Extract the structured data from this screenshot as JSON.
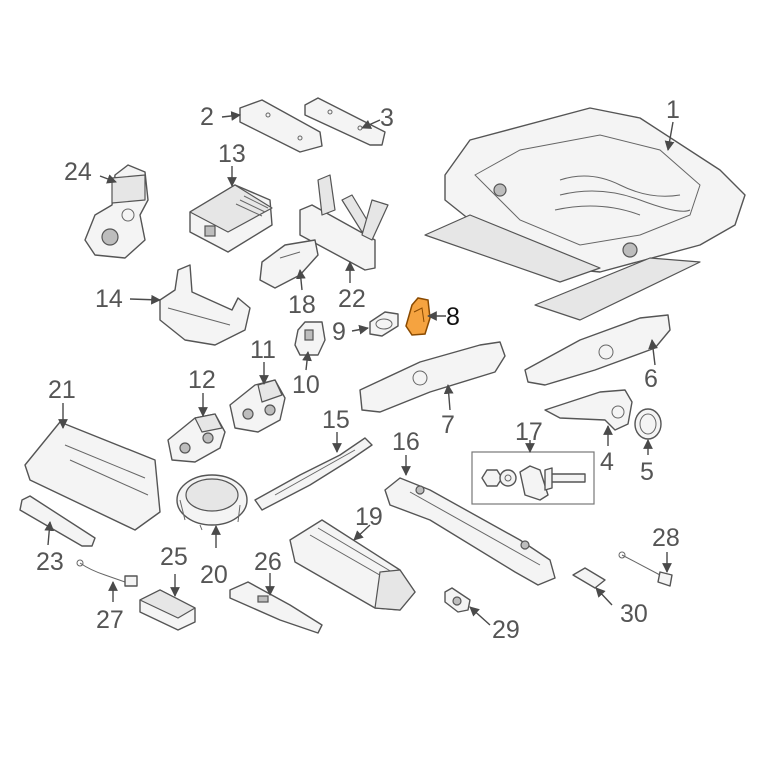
{
  "diagram": {
    "highlight_color": "#f5a340",
    "highlighted_part": "8",
    "callouts": [
      {
        "id": "c1",
        "label": "1"
      },
      {
        "id": "c2",
        "label": "2"
      },
      {
        "id": "c3",
        "label": "3"
      },
      {
        "id": "c4",
        "label": "4"
      },
      {
        "id": "c5",
        "label": "5"
      },
      {
        "id": "c6",
        "label": "6"
      },
      {
        "id": "c7",
        "label": "7"
      },
      {
        "id": "c8",
        "label": "8"
      },
      {
        "id": "c9",
        "label": "9"
      },
      {
        "id": "c10",
        "label": "10"
      },
      {
        "id": "c11",
        "label": "11"
      },
      {
        "id": "c12",
        "label": "12"
      },
      {
        "id": "c13",
        "label": "13"
      },
      {
        "id": "c14",
        "label": "14"
      },
      {
        "id": "c15",
        "label": "15"
      },
      {
        "id": "c16",
        "label": "16"
      },
      {
        "id": "c17",
        "label": "17"
      },
      {
        "id": "c18",
        "label": "18"
      },
      {
        "id": "c19",
        "label": "19"
      },
      {
        "id": "c20",
        "label": "20"
      },
      {
        "id": "c21",
        "label": "21"
      },
      {
        "id": "c22",
        "label": "22"
      },
      {
        "id": "c23",
        "label": "23"
      },
      {
        "id": "c24",
        "label": "24"
      },
      {
        "id": "c25",
        "label": "25"
      },
      {
        "id": "c26",
        "label": "26"
      },
      {
        "id": "c27",
        "label": "27"
      },
      {
        "id": "c28",
        "label": "28"
      },
      {
        "id": "c29",
        "label": "29"
      },
      {
        "id": "c30",
        "label": "30"
      }
    ]
  }
}
